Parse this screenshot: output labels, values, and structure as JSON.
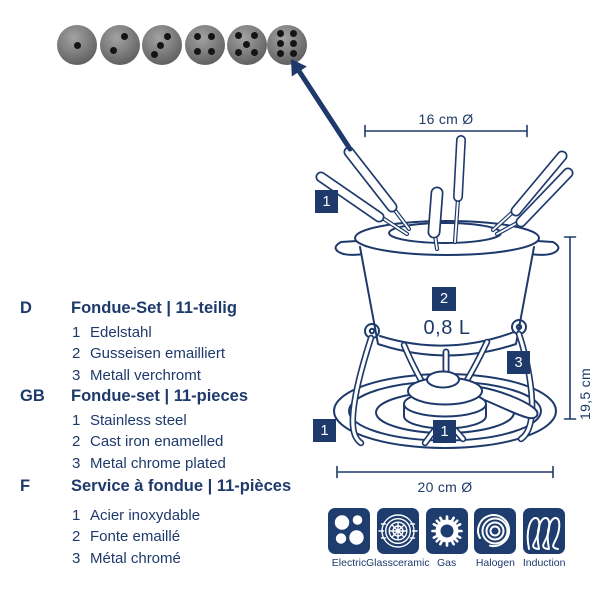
{
  "colors": {
    "navy": "#1e3a6b",
    "icon_tile": "#1e3c6e",
    "marker_grey": "#7a7a7a"
  },
  "fork_markers": {
    "description": "six fondue fork end caps marked with 1 to 6 dots",
    "dot_counts": [
      1,
      2,
      3,
      4,
      5,
      6
    ]
  },
  "diagram": {
    "dim_top": "16 cm Ø",
    "dim_right": "19,5 cm",
    "dim_bottom": "20 cm Ø",
    "capacity": "0,8 L",
    "badges": {
      "forks": "1",
      "pot": "2",
      "stand": "3",
      "plate": "1",
      "burner": "1"
    }
  },
  "sections": [
    {
      "lang": "D",
      "title": "Fondue-Set | 11-teilig",
      "items": [
        {
          "num": "1",
          "label": "Edelstahl"
        },
        {
          "num": "2",
          "label": "Gusseisen emailliert"
        },
        {
          "num": "3",
          "label": "Metall verchromt"
        }
      ]
    },
    {
      "lang": "GB",
      "title": "Fondue-set | 11-pieces",
      "items": [
        {
          "num": "1",
          "label": "Stainless steel"
        },
        {
          "num": "2",
          "label": "Cast iron enamelled"
        },
        {
          "num": "3",
          "label": "Metal chrome plated"
        }
      ]
    },
    {
      "lang": "F",
      "title": "Service à fondue | 11-pièces",
      "items": [
        {
          "num": "1",
          "label": "Acier inoxydable"
        },
        {
          "num": "2",
          "label": "Fonte emaillé"
        },
        {
          "num": "3",
          "label": "Métal chromé"
        }
      ]
    }
  ],
  "hob_compatibility": {
    "items": [
      {
        "icon": "electric-hob-icon",
        "label": "Electric"
      },
      {
        "icon": "glassceramic-hob-icon",
        "label": "Glassceramic"
      },
      {
        "icon": "gas-hob-icon",
        "label": "Gas"
      },
      {
        "icon": "halogen-hob-icon",
        "label": "Halogen"
      },
      {
        "icon": "induction-hob-icon",
        "label": "Induction"
      }
    ]
  }
}
